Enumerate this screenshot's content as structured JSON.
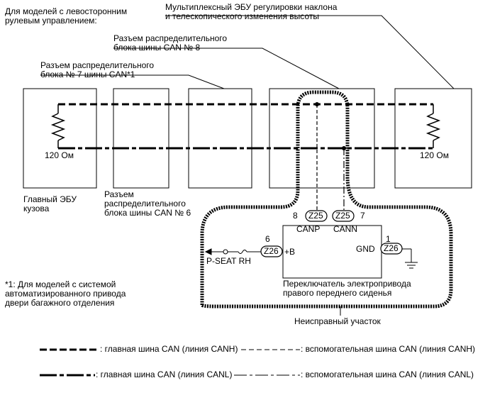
{
  "labels": {
    "lhd_note": "Для моделей с левосторонним\nрулевым управлением:",
    "ecu_tilt": "Мультиплексный ЭБУ регулировки наклона\nи телескопического изменения высоты",
    "connector8": "Разъем распределительного\nблока шины CAN № 8",
    "connector7": "Разъем распределительного\nблока № 7 шины CAN*1",
    "main_ecu": "Главный ЭБУ\nкузова",
    "connector6": "Разъем\nраспределительного\nблока шины CAN № 6",
    "footnote": "*1: Для моделей с системой\nавтоматизированного привода\nдвери багажного отделения",
    "switch_name": "Переключатель электропривода\nправого переднего сиденья",
    "fault_area": "Неисправный участок",
    "resistor_left": "120 Ом",
    "resistor_right": "120 Ом"
  },
  "connectors": {
    "z25_canp": "Z25",
    "z25_cann": "Z25",
    "z26_b": "Z26",
    "z26_gnd": "Z26"
  },
  "pins": {
    "p8": "8",
    "p7": "7",
    "p6": "6",
    "p1": "1",
    "canp": "CANP",
    "cann": "CANN",
    "plus_b": "+B",
    "gnd": "GND",
    "pseat": "P-SEAT RH"
  },
  "legend": {
    "canh_main": ": главная шина CAN (линия CANH)",
    "canh_sub": ": вспомогательная шина CAN (линия CANH)",
    "canl_main": ": главная шина CAN (линия CANL)",
    "canl_sub": ": вспомогательная шина CAN (линия CANL)"
  }
}
